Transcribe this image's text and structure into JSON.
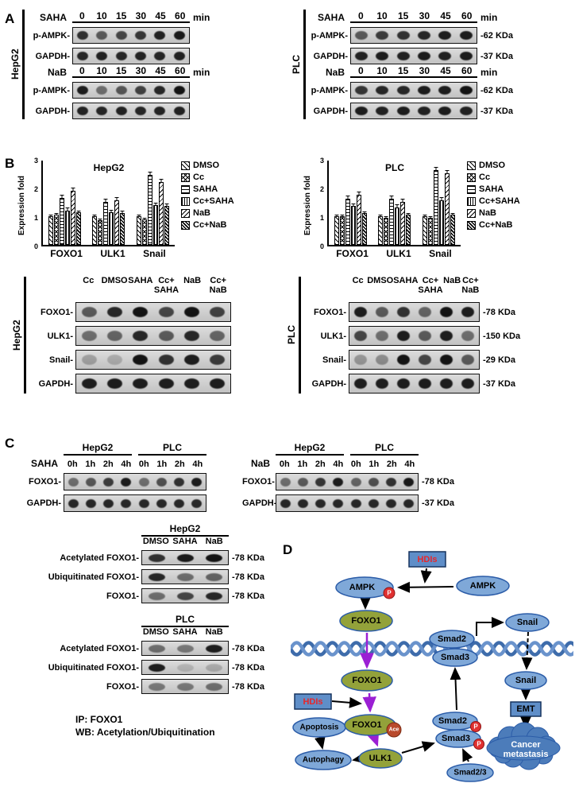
{
  "panelA": {
    "label": "A",
    "blocks": [
      {
        "cell_line": "HepG2",
        "groups": [
          {
            "drug": "SAHA",
            "unit": "min",
            "timepoints": [
              "0",
              "10",
              "15",
              "30",
              "45",
              "60"
            ],
            "rows": [
              {
                "label": "p-AMPK-",
                "kda": "",
                "bands": [
                  0.8,
                  0.6,
                  0.7,
                  0.78,
                  0.88,
                  0.92
                ]
              },
              {
                "label": "GAPDH-",
                "kda": "",
                "bands": [
                  0.85,
                  0.88,
                  0.85,
                  0.87,
                  0.86,
                  0.88
                ]
              }
            ]
          },
          {
            "drug": "NaB",
            "unit": "min",
            "timepoints": [
              "0",
              "10",
              "15",
              "30",
              "45",
              "60"
            ],
            "rows": [
              {
                "label": "p-AMPK-",
                "kda": "",
                "bands": [
                  0.9,
                  0.5,
                  0.62,
                  0.72,
                  0.85,
                  0.95
                ]
              },
              {
                "label": "GAPDH-",
                "kda": "",
                "bands": [
                  0.87,
                  0.86,
                  0.88,
                  0.86,
                  0.87,
                  0.88
                ]
              }
            ]
          }
        ]
      },
      {
        "cell_line": "PLC",
        "groups": [
          {
            "drug": "SAHA",
            "unit": "min",
            "timepoints": [
              "0",
              "10",
              "15",
              "30",
              "45",
              "60"
            ],
            "rows": [
              {
                "label": "p-AMPK-",
                "kda": "-62 KDa",
                "bands": [
                  0.6,
                  0.75,
                  0.8,
                  0.85,
                  0.9,
                  0.9
                ]
              },
              {
                "label": "GAPDH-",
                "kda": "-37 KDa",
                "bands": [
                  0.88,
                  0.9,
                  0.88,
                  0.9,
                  0.88,
                  0.9
                ]
              }
            ]
          },
          {
            "drug": "NaB",
            "unit": "min",
            "timepoints": [
              "0",
              "10",
              "15",
              "30",
              "45",
              "60"
            ],
            "rows": [
              {
                "label": "p-AMPK-",
                "kda": "-62 KDa",
                "bands": [
                  0.78,
                  0.85,
                  0.85,
                  0.9,
                  0.9,
                  0.95
                ]
              },
              {
                "label": "GAPDH-",
                "kda": "-37 KDa",
                "bands": [
                  0.9,
                  0.88,
                  0.9,
                  0.88,
                  0.9,
                  0.88
                ]
              }
            ]
          }
        ]
      }
    ]
  },
  "panelB": {
    "label": "B",
    "blots": [
      {
        "cell_line": "HepG2",
        "lanes": [
          "Cc",
          "DMSO",
          "SAHA",
          "Cc+\nSAHA",
          "NaB",
          "Cc+\nNaB"
        ],
        "rows": [
          {
            "label": "FOXO1-",
            "kda": "",
            "bands": [
              0.6,
              0.85,
              0.95,
              0.7,
              0.95,
              0.72
            ]
          },
          {
            "label": "ULK1-",
            "kda": "",
            "bands": [
              0.5,
              0.55,
              0.85,
              0.6,
              0.85,
              0.55
            ]
          },
          {
            "label": "Snail-",
            "kda": "",
            "bands": [
              0.25,
              0.2,
              0.95,
              0.8,
              0.9,
              0.75
            ]
          },
          {
            "label": "GAPDH-",
            "kda": "",
            "bands": [
              0.9,
              0.9,
              0.9,
              0.9,
              0.9,
              0.9
            ]
          }
        ]
      },
      {
        "cell_line": "PLC",
        "lanes": [
          "Cc",
          "DMSO",
          "SAHA",
          "Cc+\nSAHA",
          "NaB",
          "Cc+\nNaB"
        ],
        "rows": [
          {
            "label": "FOXO1-",
            "kda": "-78 KDa",
            "bands": [
              0.9,
              0.6,
              0.8,
              0.55,
              0.95,
              0.9
            ]
          },
          {
            "label": "ULK1-",
            "kda": "-150 KDa",
            "bands": [
              0.7,
              0.5,
              0.9,
              0.6,
              0.9,
              0.5
            ]
          },
          {
            "label": "Snail-",
            "kda": "-29 KDa",
            "bands": [
              0.3,
              0.35,
              0.95,
              0.7,
              0.95,
              0.6
            ]
          },
          {
            "label": "GAPDH-",
            "kda": "-37 KDa",
            "bands": [
              0.9,
              0.9,
              0.9,
              0.9,
              0.9,
              0.9
            ]
          }
        ]
      }
    ]
  },
  "panelC": {
    "label": "C",
    "time_blots": [
      {
        "drug": "SAHA",
        "cell_groups": [
          "HepG2",
          "PLC"
        ],
        "lanes": [
          "0h",
          "1h",
          "2h",
          "4h",
          "0h",
          "1h",
          "2h",
          "4h"
        ],
        "rows": [
          {
            "label": "FOXO1-",
            "kda": "",
            "bands": [
              0.5,
              0.62,
              0.75,
              0.9,
              0.5,
              0.65,
              0.8,
              0.9
            ]
          },
          {
            "label": "GAPDH-",
            "kda": "",
            "bands": [
              0.85,
              0.85,
              0.85,
              0.85,
              0.85,
              0.85,
              0.85,
              0.85
            ]
          }
        ]
      },
      {
        "drug": "NaB",
        "cell_groups": [
          "HepG2",
          "PLC"
        ],
        "lanes": [
          "0h",
          "1h",
          "2h",
          "4h",
          "0h",
          "1h",
          "2h",
          "4h"
        ],
        "rows": [
          {
            "label": "FOXO1-",
            "kda": "-78 KDa",
            "bands": [
              0.5,
              0.6,
              0.78,
              0.9,
              0.55,
              0.65,
              0.8,
              0.92
            ]
          },
          {
            "label": "GAPDH-",
            "kda": "-37 KDa",
            "bands": [
              0.85,
              0.85,
              0.85,
              0.85,
              0.85,
              0.85,
              0.85,
              0.85
            ]
          }
        ]
      }
    ],
    "ip_blots": [
      {
        "cell_line": "HepG2",
        "lanes": [
          "DMSO",
          "SAHA",
          "NaB"
        ],
        "rows": [
          {
            "label": "Acetylated FOXO1-",
            "kda": "-78 KDa",
            "bands": [
              0.8,
              0.92,
              0.95
            ]
          },
          {
            "label": "Ubiquitinated FOXO1-",
            "kda": "-78 KDa",
            "bands": [
              0.85,
              0.5,
              0.55
            ]
          },
          {
            "label": "FOXO1-",
            "kda": "-78 KDa",
            "bands": [
              0.5,
              0.7,
              0.85
            ]
          }
        ]
      },
      {
        "cell_line": "PLC",
        "lanes": [
          "DMSO",
          "SAHA",
          "NaB"
        ],
        "rows": [
          {
            "label": "Acetylated FOXO1-",
            "kda": "-78 KDa",
            "bands": [
              0.5,
              0.45,
              0.9
            ]
          },
          {
            "label": "Ubiquitinated FOXO1-",
            "kda": "-78 KDa",
            "bands": [
              0.9,
              0.15,
              0.2
            ]
          },
          {
            "label": "FOXO1-",
            "kda": "-78 KDa",
            "bands": [
              0.45,
              0.45,
              0.5
            ]
          }
        ]
      }
    ],
    "footnotes": [
      "IP: FOXO1",
      "WB: Acetylation/Ubiquitination"
    ]
  },
  "panelD": {
    "label": "D",
    "nodes": {
      "hdis_top": "HDIs",
      "hdis_left": "HDIs",
      "p_label": "P",
      "p_ampk": "AMPK",
      "ampk": "AMPK",
      "foxo1_nuc": "FOXO1",
      "smad2_dna": "Smad2",
      "smad3_dna": "Smad3",
      "snail_gene": "Snail",
      "foxo1_mid": "FOXO1",
      "apoptosis": "Apoptosis",
      "foxo1_ace": "FOXO1",
      "ace": "Ace",
      "autophagy": "Autophagy",
      "ulk1": "ULK1",
      "smad2_p": "Smad2",
      "smad3_p": "Smad3",
      "smad23": "Smad2/3",
      "snail_protein": "Snail",
      "emt": "EMT",
      "cancer_line1": "Cancer",
      "cancer_line2": "metastasis"
    }
  },
  "chart_data": [
    {
      "type": "bar",
      "title": "HepG2",
      "ylabel": "Expression fold",
      "ylim": [
        0,
        3
      ],
      "yticks": [
        0,
        1,
        2,
        3
      ],
      "categories": [
        "FOXO1",
        "ULK1",
        "Snail"
      ],
      "legend_position": "right",
      "grid": false,
      "series": [
        {
          "name": "DMSO",
          "values": [
            1.0,
            1.0,
            1.0
          ],
          "errors": [
            0.05,
            0.05,
            0.05
          ]
        },
        {
          "name": "Cc",
          "values": [
            1.05,
            0.85,
            0.9
          ],
          "errors": [
            0.05,
            0.05,
            0.05
          ]
        },
        {
          "name": "SAHA",
          "values": [
            1.65,
            1.5,
            2.45
          ],
          "errors": [
            0.1,
            0.1,
            0.1
          ]
        },
        {
          "name": "Cc+SAHA",
          "values": [
            1.2,
            1.15,
            1.4
          ],
          "errors": [
            0.1,
            0.08,
            0.08
          ]
        },
        {
          "name": "NaB",
          "values": [
            1.9,
            1.55,
            2.2
          ],
          "errors": [
            0.12,
            0.1,
            0.12
          ]
        },
        {
          "name": "Cc+NaB",
          "values": [
            1.15,
            1.1,
            1.35
          ],
          "errors": [
            0.05,
            0.08,
            0.08
          ]
        }
      ]
    },
    {
      "type": "bar",
      "title": "PLC",
      "ylabel": "Expression fold",
      "ylim": [
        0,
        3
      ],
      "yticks": [
        0,
        1,
        2,
        3
      ],
      "categories": [
        "FOXO1",
        "ULK1",
        "Snail"
      ],
      "legend_position": "right",
      "grid": false,
      "series": [
        {
          "name": "DMSO",
          "values": [
            1.0,
            1.0,
            1.0
          ],
          "errors": [
            0.05,
            0.05,
            0.05
          ]
        },
        {
          "name": "Cc",
          "values": [
            1.0,
            0.95,
            0.95
          ],
          "errors": [
            0.05,
            0.05,
            0.05
          ]
        },
        {
          "name": "SAHA",
          "values": [
            1.6,
            1.6,
            2.6
          ],
          "errors": [
            0.1,
            0.1,
            0.12
          ]
        },
        {
          "name": "Cc+SAHA",
          "values": [
            1.35,
            1.3,
            1.55
          ],
          "errors": [
            0.08,
            0.1,
            0.1
          ]
        },
        {
          "name": "NaB",
          "values": [
            1.75,
            1.5,
            2.5
          ],
          "errors": [
            0.1,
            0.1,
            0.12
          ]
        },
        {
          "name": "Cc+NaB",
          "values": [
            1.1,
            1.05,
            1.05
          ],
          "errors": [
            0.05,
            0.05,
            0.05
          ]
        }
      ]
    }
  ]
}
